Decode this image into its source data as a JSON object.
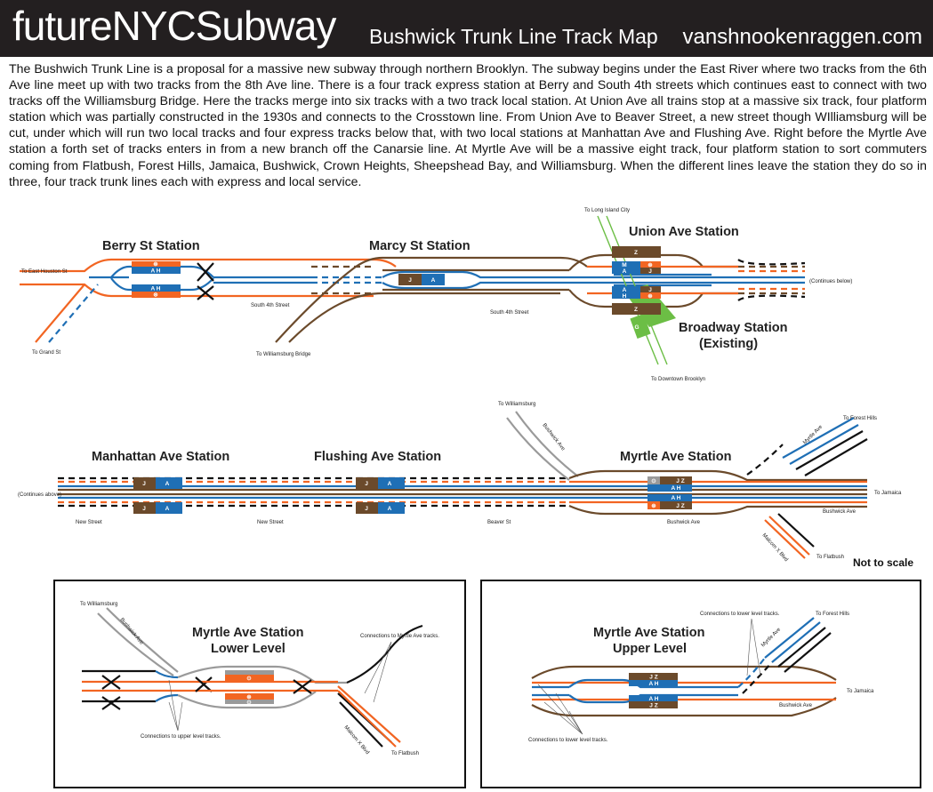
{
  "header": {
    "brand": "futureNYCSubway",
    "subtitle": "Bushwick Trunk Line Track Map",
    "site": "vanshnookenraggen.com"
  },
  "description": "The Bushwich Trunk Line is a proposal for a massive new subway through northern Brooklyn.  The subway begins under the East River where two tracks from the 6th Ave line meet up with two tracks from the 8th Ave line.  There is a four track express station at Berry and South 4th streets which continues east to connect with two tracks off the Williamsburg Bridge.  Here the tracks merge into six tracks with a two track local station.  At Union Ave all trains stop at a massive six track, four platform station which was partially constructed in the 1930s and connects to the Crosstown line.  From Union Ave to Beaver Street, a new street though WIlliamsburg will be cut, under which will run two local tracks and four express tracks below that, with two local stations at Manhattan Ave and Flushing Ave.  Right before the Myrtle Ave station a forth set of tracks enters in from a new branch off the Canarsie line.  At Myrtle Ave will be a massive eight track, four platform station to sort commuters coming from Flatbush, Forest Hills, Jamaica, Bushwick, Crown Heights, Sheepshead Bay, and Williamsburg.  When the different lines leave the station they do so in three, four track trunk lines each with express and local service.",
  "colors": {
    "orange": "#f26522",
    "blue": "#1f6fb5",
    "brown": "#6b4a2b",
    "green": "#6cbe45",
    "gray": "#9a9a9a",
    "navy": "#0b3d91"
  },
  "stations": {
    "berry": "Berry St Station",
    "marcy": "Marcy St Station",
    "union": "Union Ave Station",
    "broadway_1": "Broadway Station",
    "broadway_2": "(Existing)",
    "manhattan": "Manhattan Ave Station",
    "flushing": "Flushing Ave Station",
    "myrtle": "Myrtle Ave Station",
    "myrtle_lower_1": "Myrtle Ave Station",
    "myrtle_lower_2": "Lower Level",
    "myrtle_upper_1": "Myrtle Ave Station",
    "myrtle_upper_2": "Upper Level"
  },
  "labels": {
    "to_east_houston": "To East Houston St",
    "to_grand": "To Grand St",
    "south_4th_1": "South 4th Street",
    "to_wb_bridge": "To Williamsburg Bridge",
    "south_4th_2": "South 4th Street",
    "to_lic": "To Long Island City",
    "continues_below": "(Continues below)",
    "to_downtown": "To Downtown Brooklyn",
    "to_williamsburg": "To Williamsburg",
    "bushwick_ave_diag": "Bushwick Ave",
    "to_forest_hills": "To Forest Hills",
    "myrtle_ave_diag": "Myrtle Ave",
    "continues_above": "(Continues above)",
    "to_jamaica": "To Jamaica",
    "bushwick_ave": "Bushwick Ave",
    "new_street_1": "New Street",
    "new_street_2": "New Street",
    "beaver_st": "Beaver St",
    "bushwick_ave_2": "Bushwick Ave",
    "malcolm_x": "Malcom X Blvd",
    "to_flatbush": "To Flatbush",
    "not_to_scale": "Not to scale",
    "l_to_williamsburg": "To Williamsburg",
    "l_bushwick_ave": "Bushwick Ave",
    "l_conn_myrtle": "Connections to Myrtle Ave tracks.",
    "l_conn_upper": "Connections to upper level tracks.",
    "l_malcolm_x": "Malcom X Blvd",
    "l_to_flatbush": "To Flatbush",
    "u_conn_lower": "Connections to lower level tracks.",
    "u_to_forest_hills": "To Forest Hills",
    "u_myrtle_ave": "Myrtle Ave",
    "u_to_jamaica": "To Jamaica",
    "u_bushwick_ave": "Bushwick Ave",
    "u_conn_lower_2": "Connections to lower level tracks."
  },
  "platform_labels": {
    "berry_top_orange": "⊛",
    "berry_top_blue": "A H",
    "berry_bot_blue": "A H",
    "berry_bot_orange": "⊛",
    "marcy_j": "J",
    "marcy_a": "A",
    "union_z1": "Z",
    "union_m": "M",
    "union_a1": "A",
    "union_o1": "⊛",
    "union_j1": "J",
    "union_a2": "A",
    "union_h": "H",
    "union_j2": "J",
    "union_o2": "⊛",
    "union_z2": "Z",
    "union_g": "G",
    "man_j1": "J",
    "man_a1": "A",
    "man_j2": "J",
    "man_a2": "A",
    "flu_j1": "J",
    "flu_a1": "A",
    "flu_j2": "J",
    "flu_a2": "A",
    "myr_o1": "⊙",
    "myr_jz1": "J Z",
    "myr_ah1": "A H",
    "myr_ah2": "A H",
    "myr_o2": "⊛",
    "myr_jz2": "J Z",
    "low_o1": "⊙",
    "low_o2": "⊛",
    "low_o3": "⊙",
    "up_jz1": "J Z",
    "up_ah1": "A H",
    "up_ah2": "A H",
    "up_jz2": "J Z"
  }
}
